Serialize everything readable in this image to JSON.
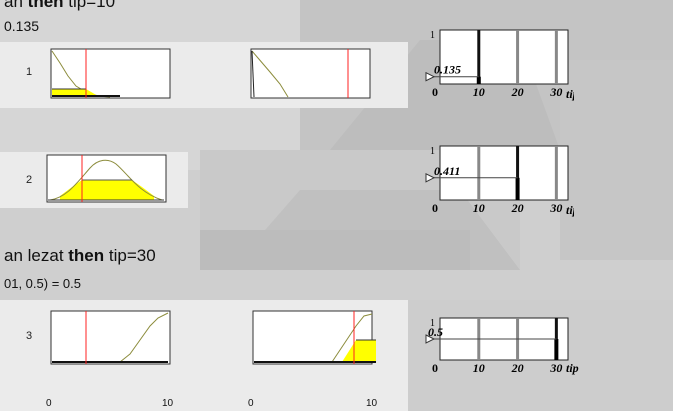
{
  "slide": {
    "header_rule_prefix": "an",
    "header_then": "then",
    "header_tip": "tip=10",
    "value1": "0.135",
    "rule3_prefix": "an lezat ",
    "rule3_then": "then",
    "rule3_suffix": " tip=30",
    "rule3_min": "01, 0.5) = 0.5"
  },
  "rule_plots": {
    "rule1_label": "1",
    "rule2_label": "2",
    "rule3_label": "3",
    "axis_ticks_bottom": [
      "0",
      "10",
      "0",
      "10"
    ]
  },
  "output_plots": [
    {
      "ticks": [
        "0",
        "10",
        "20",
        "30"
      ],
      "axis_label": "tip",
      "y_top": "1",
      "value_label": "0.135",
      "value": 0.135,
      "spikes": [
        10,
        20,
        30
      ],
      "highlight": 10
    },
    {
      "ticks": [
        "0",
        "10",
        "20",
        "30"
      ],
      "axis_label": "tip",
      "y_top": "1",
      "value_label": "0.411",
      "value": 0.411,
      "spikes": [
        10,
        20,
        30
      ],
      "highlight": 20
    },
    {
      "ticks": [
        "0",
        "10",
        "20",
        "30"
      ],
      "axis_label": "tip",
      "y_top": "1",
      "value_label": "0.5",
      "value": 0.5,
      "spikes": [
        10,
        20,
        30
      ],
      "highlight": 30
    }
  ],
  "colors": {
    "fill": "#ffff00",
    "outline": "#8c8c3c",
    "marker": "#ff2020"
  }
}
